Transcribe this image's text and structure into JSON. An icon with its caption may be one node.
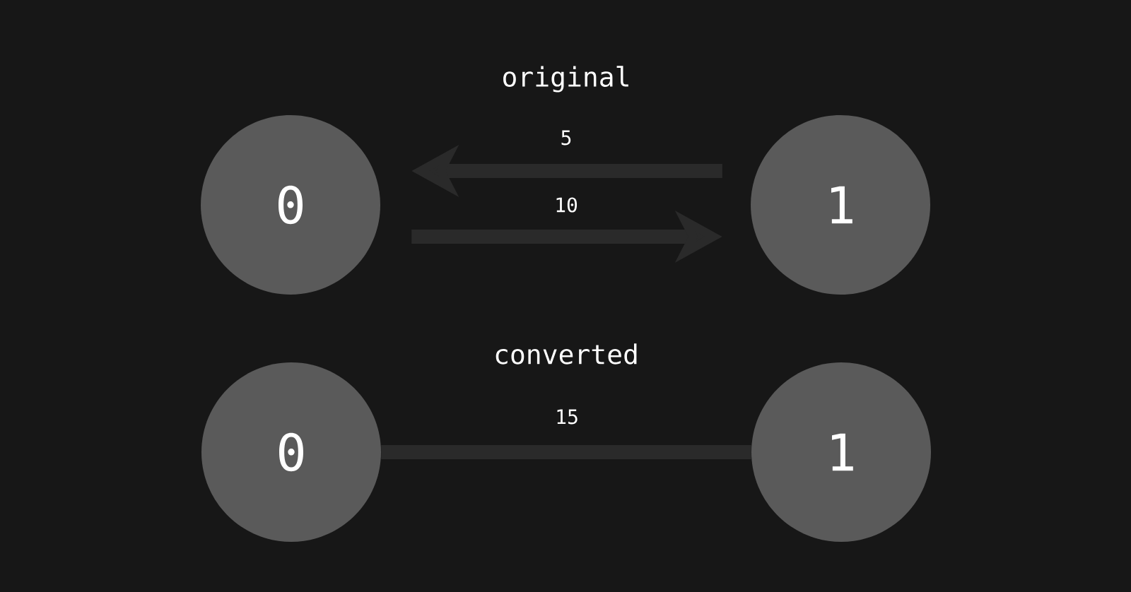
{
  "diagram": {
    "nodes": [
      {
        "text": [
          "0"
        ]
      },
      {
        "text": [
          "1"
        ]
      },
      {
        "text": [
          "0"
        ]
      },
      {
        "text": [
          "1"
        ]
      }
    ],
    "edges": [
      {
        "from": 1,
        "to": 0,
        "arrow": "to",
        "label": "5"
      },
      {
        "from": 0,
        "to": 1,
        "arrow": "to",
        "label": "10"
      },
      {
        "from": 2,
        "to": 3,
        "arrow": "none",
        "label": "15"
      }
    ],
    "labels": [
      "original",
      "converted"
    ]
  }
}
